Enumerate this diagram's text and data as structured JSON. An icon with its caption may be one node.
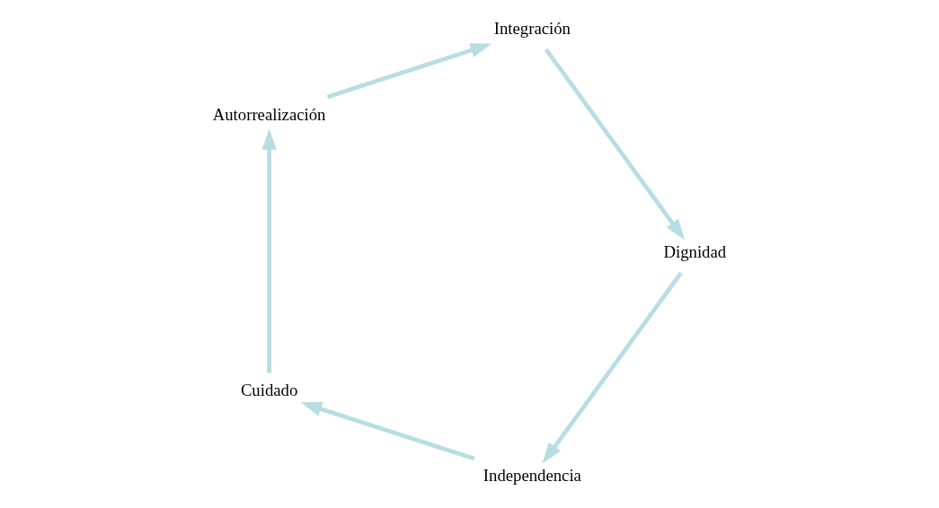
{
  "diagram": {
    "nodes": [
      {
        "text": [
          "Independencia"
        ]
      },
      {
        "text": [
          "Cuidado"
        ]
      },
      {
        "text": [
          "Autorrealización"
        ]
      },
      {
        "text": [
          "Integración"
        ]
      },
      {
        "text": [
          "Dignidad"
        ]
      }
    ],
    "edges": [
      {
        "from": 0,
        "to": 1,
        "arrow": "to"
      },
      {
        "from": 1,
        "to": 2,
        "arrow": "to"
      },
      {
        "from": 2,
        "to": 3,
        "arrow": "to"
      },
      {
        "from": 3,
        "to": 4,
        "arrow": "to"
      },
      {
        "from": 4,
        "to": 0,
        "arrow": "to"
      }
    ]
  }
}
